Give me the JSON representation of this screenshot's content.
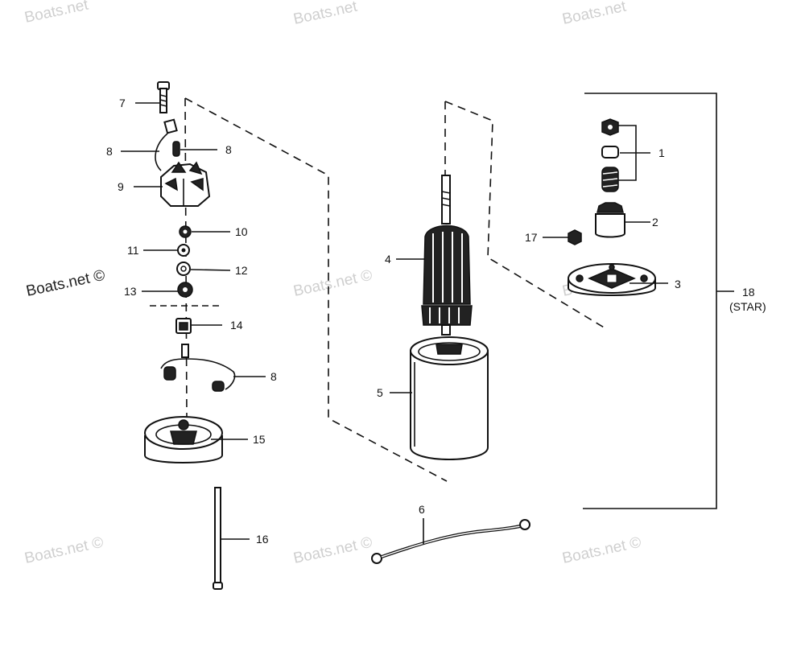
{
  "watermark": {
    "text": "Boats.net",
    "text_full": "Boats.net ©"
  },
  "labels": {
    "l1": "1",
    "l2": "2",
    "l3": "3",
    "l4": "4",
    "l5": "5",
    "l6": "6",
    "l7": "7",
    "l8a": "8",
    "l8b": "8",
    "l8c": "8",
    "l9": "9",
    "l10": "10",
    "l11": "11",
    "l12": "12",
    "l13": "13",
    "l14": "14",
    "l15": "15",
    "l16": "16",
    "l17": "17",
    "l18": "18",
    "l18_sub": "(STAR)"
  },
  "colors": {
    "ink": "#111111",
    "watermark": "#cfcfcf"
  }
}
